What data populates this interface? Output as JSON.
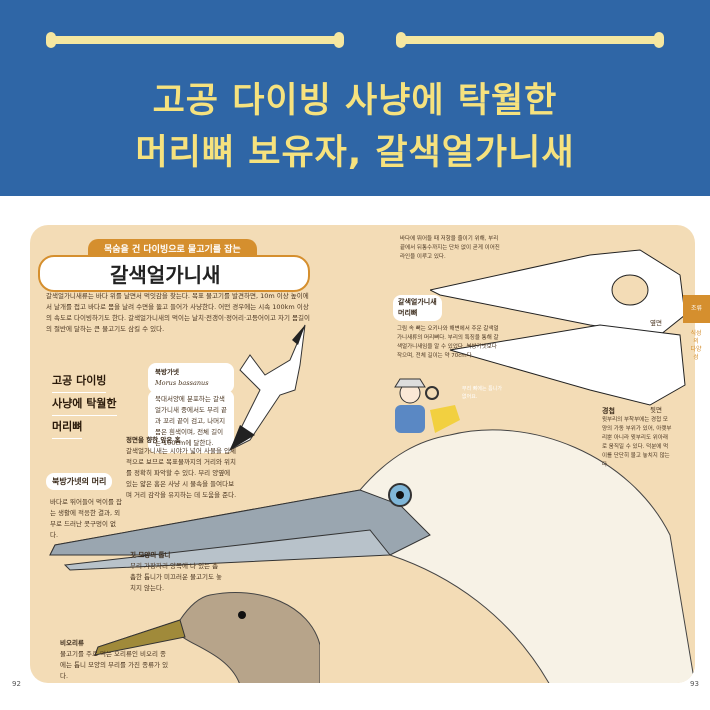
{
  "banner": {
    "title_line1": "고공 다이빙 사냥에 탁월한",
    "title_line2": "머리뼈 보유자, 갈색얼가니새",
    "colors": {
      "background": "#2f66a6",
      "title": "#f6e27e"
    }
  },
  "intro": {
    "tag": "목숨을 건 다이빙으로 물고기를 잡는",
    "name": "갈색얼가니새",
    "body": "갈색얼가니새류는 바다 위를 날면서 먹잇감을 찾는다. 목표 물고기를 발견하면, 10m 이상 높이에서 날개를 접고 바다로 몸을 날려 수면을 뚫고 들어가 사냥한다. 어떤 경우에는 시속 100km 이상의 속도로 다이빙하기도 한다. 갈색얼가니새의 먹이는 날치·전갱이·정어리·고등어이고 자기 몸길이의 절반에 달하는 큰 물고기도 삼킬 수 있다."
  },
  "heading": {
    "lines": [
      "고공 다이빙",
      "사냥에 탁월한",
      "머리뼈"
    ]
  },
  "gannet": {
    "name": "북방가넷",
    "sci": "Morus bassanus",
    "desc": "북대서양에 분포하는 갈색얼가니새 중에서도 부리 끝과 꼬리 끝이 검고, 나머지 몸은 흰색이며, 전체 길이는 100cm에 달한다."
  },
  "eyes": {
    "title": "정면을 향한 앞은 홈",
    "desc": "갈색얼가니새는 시야가 넓어 사물을 입체적으로 보므로 목표물까지의 거리와 위치를 정확히 파악할 수 있다. 부리 양옆에 있는 얇은 홈은 사냥 시 물속을 들여다보며 거리 감각을 유지하는 데 도움을 준다."
  },
  "gannet_head": {
    "title": "북방가넷의 머리",
    "desc": "바다로 뛰어들어 먹이를 잡는 생활에 적응한 결과, 외부로 드러난 콧구멍이 없다."
  },
  "teeth": {
    "title": "깃 모양의 톱니",
    "desc": "부리 가장자리 양쪽에 나 있는 촘촘한 톱니가 미끄러운 물고기도 놓치지 않는다."
  },
  "merganser": {
    "title": "비오리류",
    "desc": "물고기를 주로 먹는 오리류인 비오리 종에는 톱니 모양의 부리를 가진 종류가 있다."
  },
  "skull_note": "바다에 뛰어들 때 저항을 줄이기 위해, 부리 끝에서 뒤통수까지는 단차 없이 곧게 이어진 라인을 이루고 있다.",
  "skull": {
    "title_line1": "갈색얼가니새",
    "title_line2": "머리뼈",
    "desc": "그림 속 뼈는 오키나와 해변에서 주운 갈색얼가니새류의 머리뼈다. 부리의 특징을 통해 갈색얼가니새임을 알 수 있었다. 북방가넷보다 작으며, 전체 길이는 약 70cm다.",
    "side_view": "옆면",
    "bottom_view": "뒷면"
  },
  "joint": {
    "title": "경첩",
    "desc": "윗부리의 부착부에는 경첩 모양의 가동 부위가 있어, 아랫부리뿐 아니라 윗부리도 위아래로 움직일 수 있다. 덕분에 먹이를 단단히 물고 놓치지 않는다."
  },
  "speech": "부리 뼈에는 틈니가 없어요.",
  "side_tab": {
    "label": "조류",
    "text": "식성의 다양성",
    "color": "#d58f2e"
  },
  "page_numbers": {
    "left": "92",
    "right": "93"
  }
}
